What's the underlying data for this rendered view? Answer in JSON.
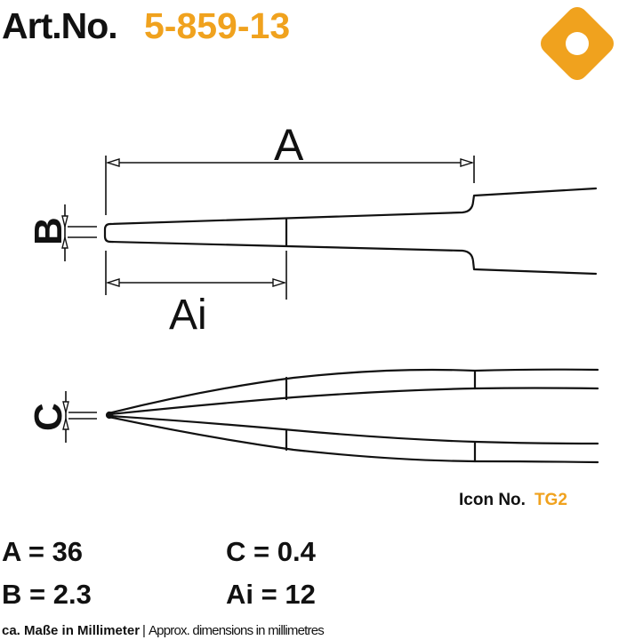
{
  "header": {
    "art_label": "Art.No.",
    "art_number": "5-859-13"
  },
  "logo": {
    "icon": "rounded-diamond-with-hole-icon",
    "color": "#f0a21e"
  },
  "diagram": {
    "top_view": {
      "labels": {
        "A": "A",
        "B": "B",
        "Ai": "Ai"
      }
    },
    "side_view": {
      "labels": {
        "C": "C"
      }
    },
    "line_color": "#111111"
  },
  "icon_no": {
    "label": "Icon No.",
    "value": "TG2"
  },
  "specs": [
    {
      "key": "A",
      "text": "A = 36",
      "value": 36
    },
    {
      "key": "B",
      "text": "B = 2.3",
      "value": 2.3
    },
    {
      "key": "C",
      "text": "C = 0.4",
      "value": 0.4
    },
    {
      "key": "Ai",
      "text": "Ai = 12",
      "value": 12
    }
  ],
  "footer": {
    "german": "ca. Maße in Millimeter",
    "separator": "|",
    "english": "Approx. dimensions in millimetres"
  },
  "colors": {
    "accent": "#f0a21e",
    "text": "#111111",
    "background": "#ffffff"
  }
}
